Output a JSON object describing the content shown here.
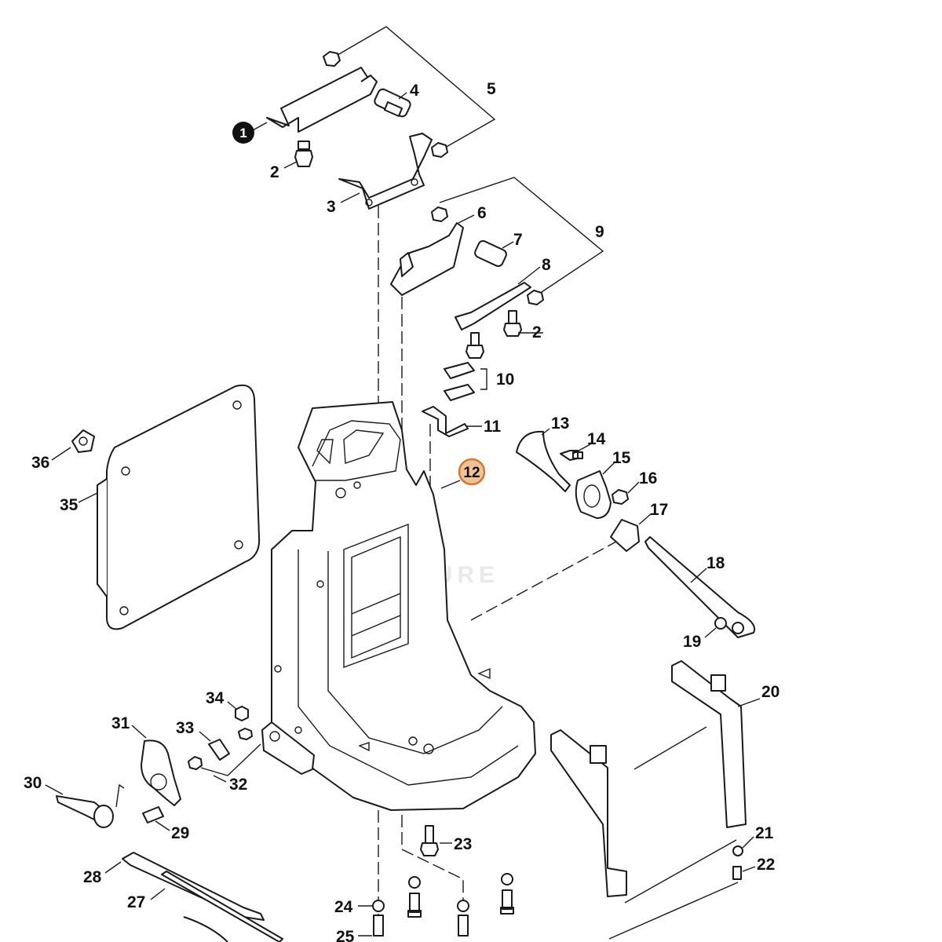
{
  "watermark": "LEADVENTURE",
  "highlight": {
    "label": "12",
    "color": "#f0c29a",
    "border_color": "#d27a2e"
  },
  "marker": {
    "label": "1"
  },
  "callouts": {
    "c2a": "2",
    "c2b": "2",
    "c3": "3",
    "c4": "4",
    "c5": "5",
    "c6": "6",
    "c7": "7",
    "c8": "8",
    "c9": "9",
    "c10": "10",
    "c11": "11",
    "c13": "13",
    "c14": "14",
    "c15": "15",
    "c16": "16",
    "c17": "17",
    "c18": "18",
    "c19": "19",
    "c20": "20",
    "c21": "21",
    "c22": "22",
    "c23": "23",
    "c24": "24",
    "c25": "25",
    "c27": "27",
    "c28": "28",
    "c29": "29",
    "c30": "30",
    "c31": "31",
    "c32": "32",
    "c33": "33",
    "c34": "34",
    "c35": "35",
    "c36": "36"
  }
}
